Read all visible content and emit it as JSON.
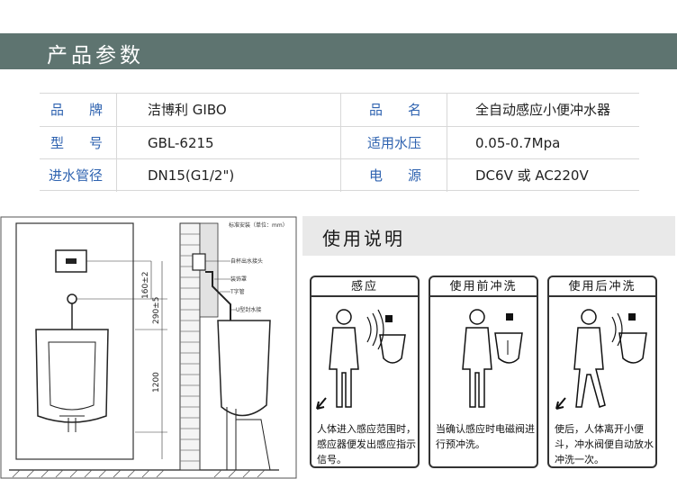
{
  "header": {
    "title": "产品参数"
  },
  "specs": [
    {
      "label": "品牌",
      "value": "洁博利 GIBO",
      "label2": "品名",
      "value2": "全自动感应小便冲水器"
    },
    {
      "label": "型号",
      "value": "GBL-6215",
      "label2": "适用水压",
      "value2": "0.05-0.7Mpa"
    },
    {
      "label": "进水管径",
      "value": "DN15(G1/2\")",
      "label2": "电源",
      "value2": "DC6V 或 AC220V"
    }
  ],
  "drawing": {
    "header_note": "标准安装（单位：mm）",
    "callouts": [
      "自杯出水接头",
      "装饰罩",
      "T字管",
      "U型封水接"
    ],
    "dims": [
      "160±2",
      "290±5",
      "1200"
    ]
  },
  "usage": {
    "title": "使用说明",
    "panels": [
      {
        "head": "感应",
        "text": "人体进入感应范围时，感应器便发出感应指示信号。"
      },
      {
        "head": "使用前冲洗",
        "text": "当确认感应时电磁阀进行预冲洗。"
      },
      {
        "head": "使用后冲洗",
        "text": "使后，人体离开小便斗，冲水阀便自动放水冲洗一次。"
      }
    ]
  },
  "colors": {
    "banner": "#5e7470",
    "label": "#2f63b0"
  }
}
